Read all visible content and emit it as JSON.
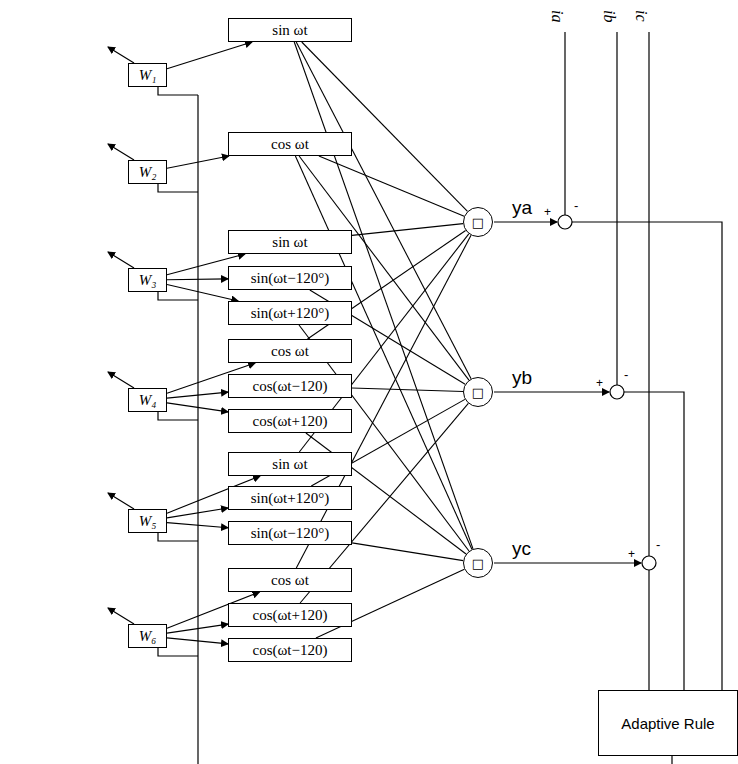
{
  "diagram": {
    "nodes": [
      {
        "text": [
          "W₁"
        ]
      },
      {
        "text": [
          "W₂"
        ]
      },
      {
        "text": [
          "W₃"
        ]
      },
      {
        "text": [
          "W₄"
        ]
      },
      {
        "text": [
          "W₅"
        ]
      },
      {
        "text": [
          "W₆"
        ]
      },
      {
        "text": [
          "sin ωt"
        ]
      },
      {
        "text": [
          "cos ωt"
        ]
      },
      {
        "text": [
          "sin ωt"
        ]
      },
      {
        "text": [
          "sin(ωt−120°)"
        ]
      },
      {
        "text": [
          "sin(ωt+120°)"
        ]
      },
      {
        "text": [
          "cos ωt"
        ]
      },
      {
        "text": [
          "cos(ωt−120)"
        ]
      },
      {
        "text": [
          "cos(ωt+120)"
        ]
      },
      {
        "text": [
          "sin ωt"
        ]
      },
      {
        "text": [
          "sin(ωt+120°)"
        ]
      },
      {
        "text": [
          "sin(ωt−120°)"
        ]
      },
      {
        "text": [
          "cos ωt"
        ]
      },
      {
        "text": [
          "cos(ωt+120)"
        ]
      },
      {
        "text": [
          "cos(ωt−120)"
        ]
      },
      {
        "text": [
          "□"
        ]
      },
      {
        "text": [
          "□"
        ]
      },
      {
        "text": [
          "□"
        ]
      },
      {
        "text": [
          "Adaptive Rule"
        ]
      }
    ],
    "edges": [
      {
        "from": 0,
        "to": 6,
        "arrow": "to"
      },
      {
        "from": 1,
        "to": 7,
        "arrow": "to"
      },
      {
        "from": 2,
        "to": 8,
        "arrow": "to"
      },
      {
        "from": 2,
        "to": 9,
        "arrow": "to"
      },
      {
        "from": 2,
        "to": 10,
        "arrow": "to"
      },
      {
        "from": 3,
        "to": 11,
        "arrow": "to"
      },
      {
        "from": 3,
        "to": 12,
        "arrow": "to"
      },
      {
        "from": 3,
        "to": 13,
        "arrow": "to"
      },
      {
        "from": 4,
        "to": 14,
        "arrow": "to"
      },
      {
        "from": 4,
        "to": 15,
        "arrow": "to"
      },
      {
        "from": 4,
        "to": 16,
        "arrow": "to"
      },
      {
        "from": 5,
        "to": 17,
        "arrow": "to"
      },
      {
        "from": 5,
        "to": 18,
        "arrow": "to"
      },
      {
        "from": 5,
        "to": 19,
        "arrow": "to"
      },
      {
        "from": 6,
        "to": 20,
        "arrow": "none"
      },
      {
        "from": 6,
        "to": 21,
        "arrow": "none"
      },
      {
        "from": 6,
        "to": 22,
        "arrow": "none"
      },
      {
        "from": 7,
        "to": 20,
        "arrow": "none"
      },
      {
        "from": 7,
        "to": 21,
        "arrow": "none"
      },
      {
        "from": 7,
        "to": 22,
        "arrow": "none"
      },
      {
        "from": 8,
        "to": 20,
        "arrow": "none"
      },
      {
        "from": 9,
        "to": 21,
        "arrow": "none"
      },
      {
        "from": 10,
        "to": 22,
        "arrow": "none"
      },
      {
        "from": 11,
        "to": 20,
        "arrow": "none"
      },
      {
        "from": 12,
        "to": 21,
        "arrow": "none"
      },
      {
        "from": 13,
        "to": 22,
        "arrow": "none"
      },
      {
        "from": 14,
        "to": 20,
        "arrow": "none"
      },
      {
        "from": 15,
        "to": 21,
        "arrow": "none"
      },
      {
        "from": 16,
        "to": 22,
        "arrow": "none"
      },
      {
        "from": 17,
        "to": 20,
        "arrow": "none"
      },
      {
        "from": 18,
        "to": 21,
        "arrow": "none"
      },
      {
        "from": 19,
        "to": 22,
        "arrow": "none"
      }
    ],
    "labels": [
      "ia",
      "ib",
      "ic",
      "ya",
      "+",
      "-",
      "yb",
      "+",
      "-",
      "yc",
      "+",
      "-"
    ]
  }
}
